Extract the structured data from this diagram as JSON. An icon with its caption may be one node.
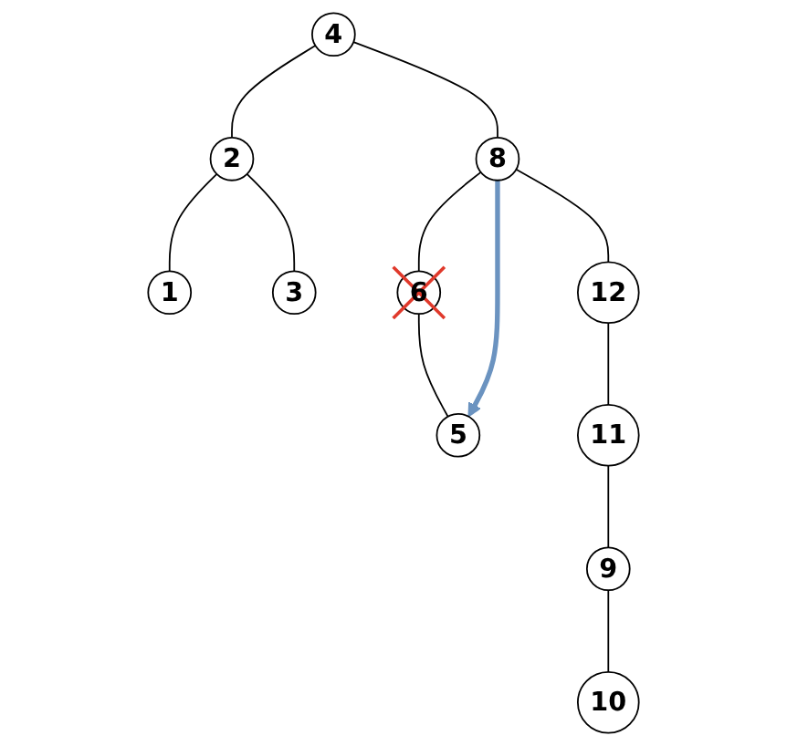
{
  "diagram": {
    "nodes": [
      {
        "text": [
          "4"
        ]
      },
      {
        "text": [
          "2"
        ]
      },
      {
        "text": [
          "8"
        ]
      },
      {
        "text": [
          "1"
        ]
      },
      {
        "text": [
          "3"
        ]
      },
      {
        "text": [
          "6"
        ]
      },
      {
        "text": [
          "12"
        ]
      },
      {
        "text": [
          "5"
        ]
      },
      {
        "text": [
          "11"
        ]
      },
      {
        "text": [
          "9"
        ]
      },
      {
        "text": [
          "10"
        ]
      }
    ],
    "edges": [
      {
        "from": 0,
        "to": 1,
        "arrow": "none"
      },
      {
        "from": 0,
        "to": 2,
        "arrow": "none"
      },
      {
        "from": 1,
        "to": 3,
        "arrow": "none"
      },
      {
        "from": 1,
        "to": 4,
        "arrow": "none"
      },
      {
        "from": 2,
        "to": 5,
        "arrow": "none"
      },
      {
        "from": 2,
        "to": 6,
        "arrow": "none"
      },
      {
        "from": 5,
        "to": 7,
        "arrow": "none"
      },
      {
        "from": 6,
        "to": 8,
        "arrow": "none"
      },
      {
        "from": 8,
        "to": 9,
        "arrow": "none"
      },
      {
        "from": 9,
        "to": 10,
        "arrow": "none"
      },
      {
        "from": 2,
        "to": 7,
        "arrow": "to",
        "style": "thick",
        "color": "#6b93c0"
      }
    ]
  }
}
